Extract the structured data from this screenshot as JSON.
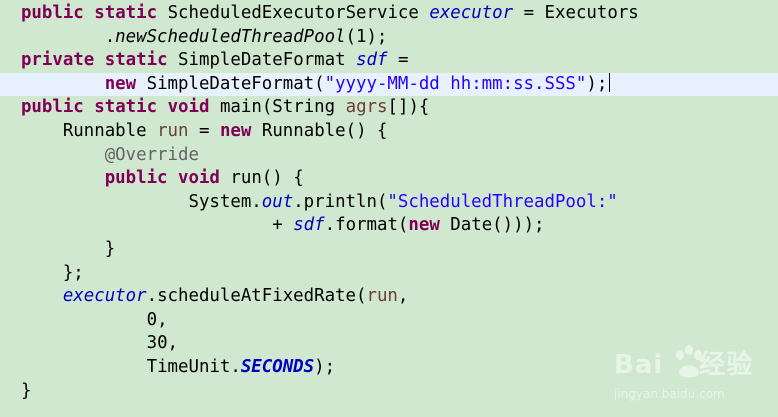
{
  "code": {
    "line1": {
      "kw1": "public",
      "kw2": "static",
      "type": "ScheduledExecutorService",
      "field": "executor",
      "rest": "= Executors"
    },
    "line2": {
      "method": "newScheduledThreadPool",
      "args": "(1);"
    },
    "line3": {
      "kw1": "private",
      "kw2": "static",
      "type": "SimpleDateFormat",
      "field": "sdf",
      "rest": "="
    },
    "line4": {
      "kw": "new",
      "type": "SimpleDateFormat(",
      "str": "\"yyyy-MM-dd hh:mm:ss.SSS\"",
      "end": ");"
    },
    "line5": {
      "kw1": "public",
      "kw2": "static",
      "kw3": "void",
      "sig": "main(String",
      "param": "agrs",
      "end": "[]){"
    },
    "line6": {
      "type": "Runnable",
      "var": "run",
      "eq": "=",
      "kw": "new",
      "rest": "Runnable() {"
    },
    "line7": {
      "ann": "@Override"
    },
    "line8": {
      "kw1": "public",
      "kw2": "void",
      "rest": "run() {"
    },
    "line9": {
      "cls": "System.",
      "field": "out",
      "call": ".println(",
      "str": "\"ScheduledThreadPool:\""
    },
    "line10": {
      "plus": "+",
      "field": "sdf",
      "call": ".format(",
      "kw": "new",
      "rest": "Date()));"
    },
    "line11": {
      "text": "}"
    },
    "line12": {
      "text": "};"
    },
    "line13": {
      "field": "executor",
      "call": ".scheduleAtFixedRate(",
      "var": "run",
      "end": ","
    },
    "line14": {
      "text": "0,"
    },
    "line15": {
      "text": "30,"
    },
    "line16": {
      "cls": "TimeUnit.",
      "const": "SECONDS",
      "end": ");"
    },
    "line17": {
      "text": "}"
    }
  },
  "watermark": {
    "brand_left": "Bai",
    "brand_right": "经验",
    "url": "jingyan.baidu.com"
  },
  "colors": {
    "background": "#cfe8cf",
    "current_line": "#e8f2fe",
    "keyword": "#7f0055",
    "field": "#0000c0",
    "string": "#2a00ff",
    "annotation": "#646464",
    "local_variable": "#6a3e3e"
  }
}
